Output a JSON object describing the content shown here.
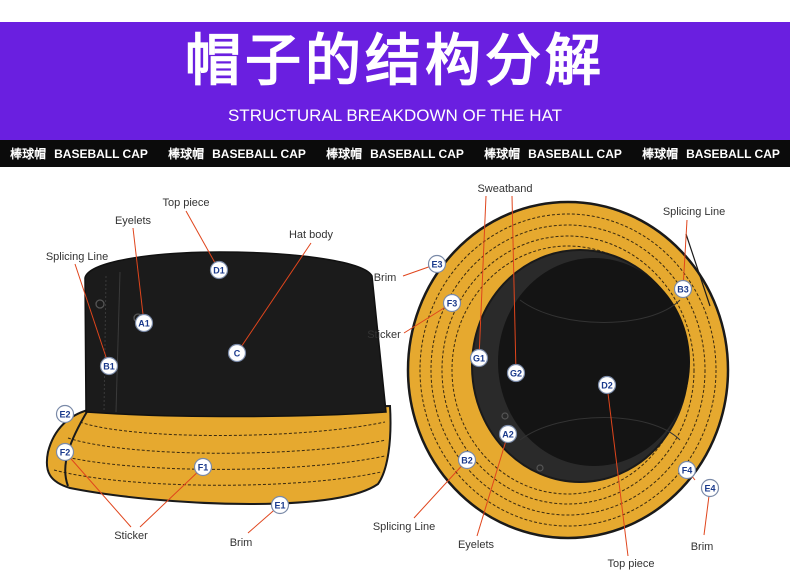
{
  "header": {
    "title_cn": "帽子的结构分解",
    "title_en": "STRUCTURAL BREAKDOWN OF THE HAT"
  },
  "strip": {
    "items": [
      {
        "cn": "棒球帽",
        "en": "BASEBALL CAP"
      },
      {
        "cn": "棒球帽",
        "en": "BASEBALL CAP"
      },
      {
        "cn": "棒球帽",
        "en": "BASEBALL CAP"
      },
      {
        "cn": "棒球帽",
        "en": "BASEBALL CAP"
      },
      {
        "cn": "棒球帽",
        "en": "BASEBALL CAP"
      }
    ]
  },
  "colors": {
    "banner": "#6a1fe0",
    "strip": "#0b0b0b",
    "crown": "#1b1b1b",
    "brim": "#e6a92f",
    "leader": "#e0451c",
    "marker_text": "#1a3a8c"
  },
  "side_view": {
    "labels": {
      "top_piece": "Top piece",
      "eyelets": "Eyelets",
      "splicing_line": "Splicing Line",
      "hat_body": "Hat body",
      "sticker": "Sticker",
      "brim": "Brim"
    },
    "markers": {
      "d1": "D1",
      "a1": "A1",
      "b1": "B1",
      "c": "C",
      "e2": "E2",
      "f2": "F2",
      "f1": "F1",
      "e1": "E1"
    }
  },
  "bottom_view": {
    "labels": {
      "sweatband": "Sweatband",
      "splicing_line_top": "Splicing Line",
      "brim_left": "Brim",
      "sticker": "Sticker",
      "splicing_line_bottom": "Splicing Line",
      "eyelets": "Eyelets",
      "top_piece": "Top piece",
      "brim_right": "Brim"
    },
    "markers": {
      "e3": "E3",
      "f3": "F3",
      "g1": "G1",
      "g2": "G2",
      "b3": "B3",
      "d2": "D2",
      "a2": "A2",
      "b2": "B2",
      "f4": "F4",
      "e4": "E4"
    }
  }
}
